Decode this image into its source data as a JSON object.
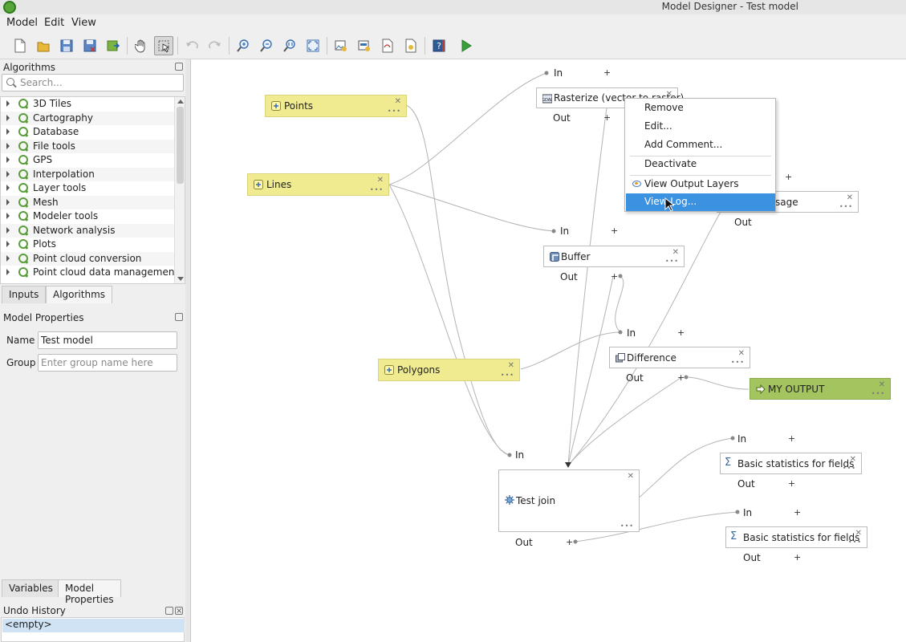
{
  "window": {
    "title": "Model Designer - Test model"
  },
  "menu": {
    "items": [
      "Model",
      "Edit",
      "View"
    ]
  },
  "toolbar": {
    "buttons": [
      "new-model-icon",
      "open-model-icon",
      "save-model-icon",
      "save-as-icon",
      "export-to-project-icon",
      "pan-icon",
      "select-icon",
      "undo-icon",
      "redo-icon",
      "zoom-in-icon",
      "zoom-out-icon",
      "zoom-actual-icon",
      "zoom-full-icon",
      "export-image-icon",
      "export-pdf-icon",
      "export-svg-icon",
      "export-python-icon",
      "help-icon",
      "run-model-icon"
    ]
  },
  "algorithms_panel": {
    "title": "Algorithms",
    "search_placeholder": "Search...",
    "groups": [
      "3D Tiles",
      "Cartography",
      "Database",
      "File tools",
      "GPS",
      "Interpolation",
      "Layer tools",
      "Mesh",
      "Modeler tools",
      "Network analysis",
      "Plots",
      "Point cloud conversion",
      "Point cloud data management"
    ],
    "tabs": [
      "Inputs",
      "Algorithms"
    ],
    "selected_tab": "Algorithms"
  },
  "model_properties": {
    "title": "Model Properties",
    "name_label": "Name",
    "name_value": "Test model",
    "group_label": "Group",
    "group_placeholder": "Enter group name here",
    "tabs": [
      "Variables",
      "Model Properties"
    ],
    "selected_tab": "Model Properties"
  },
  "undo_history": {
    "title": "Undo History",
    "items": [
      "<empty>"
    ]
  },
  "canvas": {
    "inputs": {
      "points": "Points",
      "lines": "Lines",
      "polygons": "Polygons"
    },
    "algorithms": {
      "rasterize": "Rasterize (vector to raster)",
      "message": "sage",
      "buffer": "Buffer",
      "difference": "Difference",
      "test_join": "Test join",
      "basic_stats_1": "Basic statistics for fields",
      "basic_stats_2": "Basic statistics for fields"
    },
    "outputs": {
      "my_output": "MY OUTPUT"
    },
    "port_in": "In",
    "port_out": "Out",
    "colors": {
      "input_node": "#f0eb90",
      "output_node": "#a3c45e",
      "menu_highlight": "#3b92e0"
    }
  },
  "context_menu": {
    "items": [
      "Remove",
      "Edit...",
      "Add Comment...",
      "Deactivate",
      "View Output Layers",
      "View Log..."
    ],
    "highlighted": "View Log..."
  }
}
